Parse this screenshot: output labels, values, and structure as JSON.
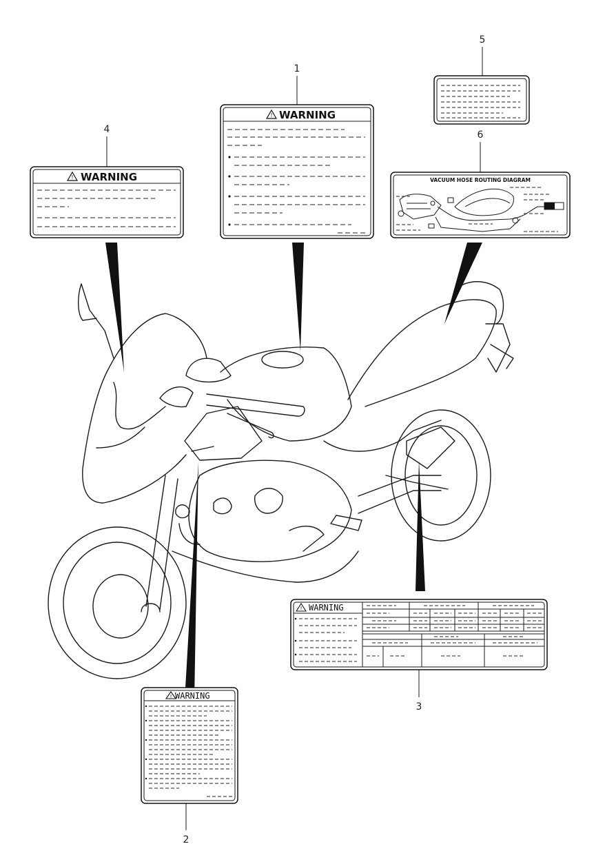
{
  "labels": [
    {
      "callout": "1",
      "warning": "WARNING"
    },
    {
      "callout": "2",
      "warning": "WARNING"
    },
    {
      "callout": "3",
      "warning": "WARNING"
    },
    {
      "callout": "4",
      "warning": "WARNING"
    },
    {
      "callout": "5"
    },
    {
      "callout": "6",
      "title": "VACUUM HOSE ROUTING DIAGRAM"
    }
  ]
}
